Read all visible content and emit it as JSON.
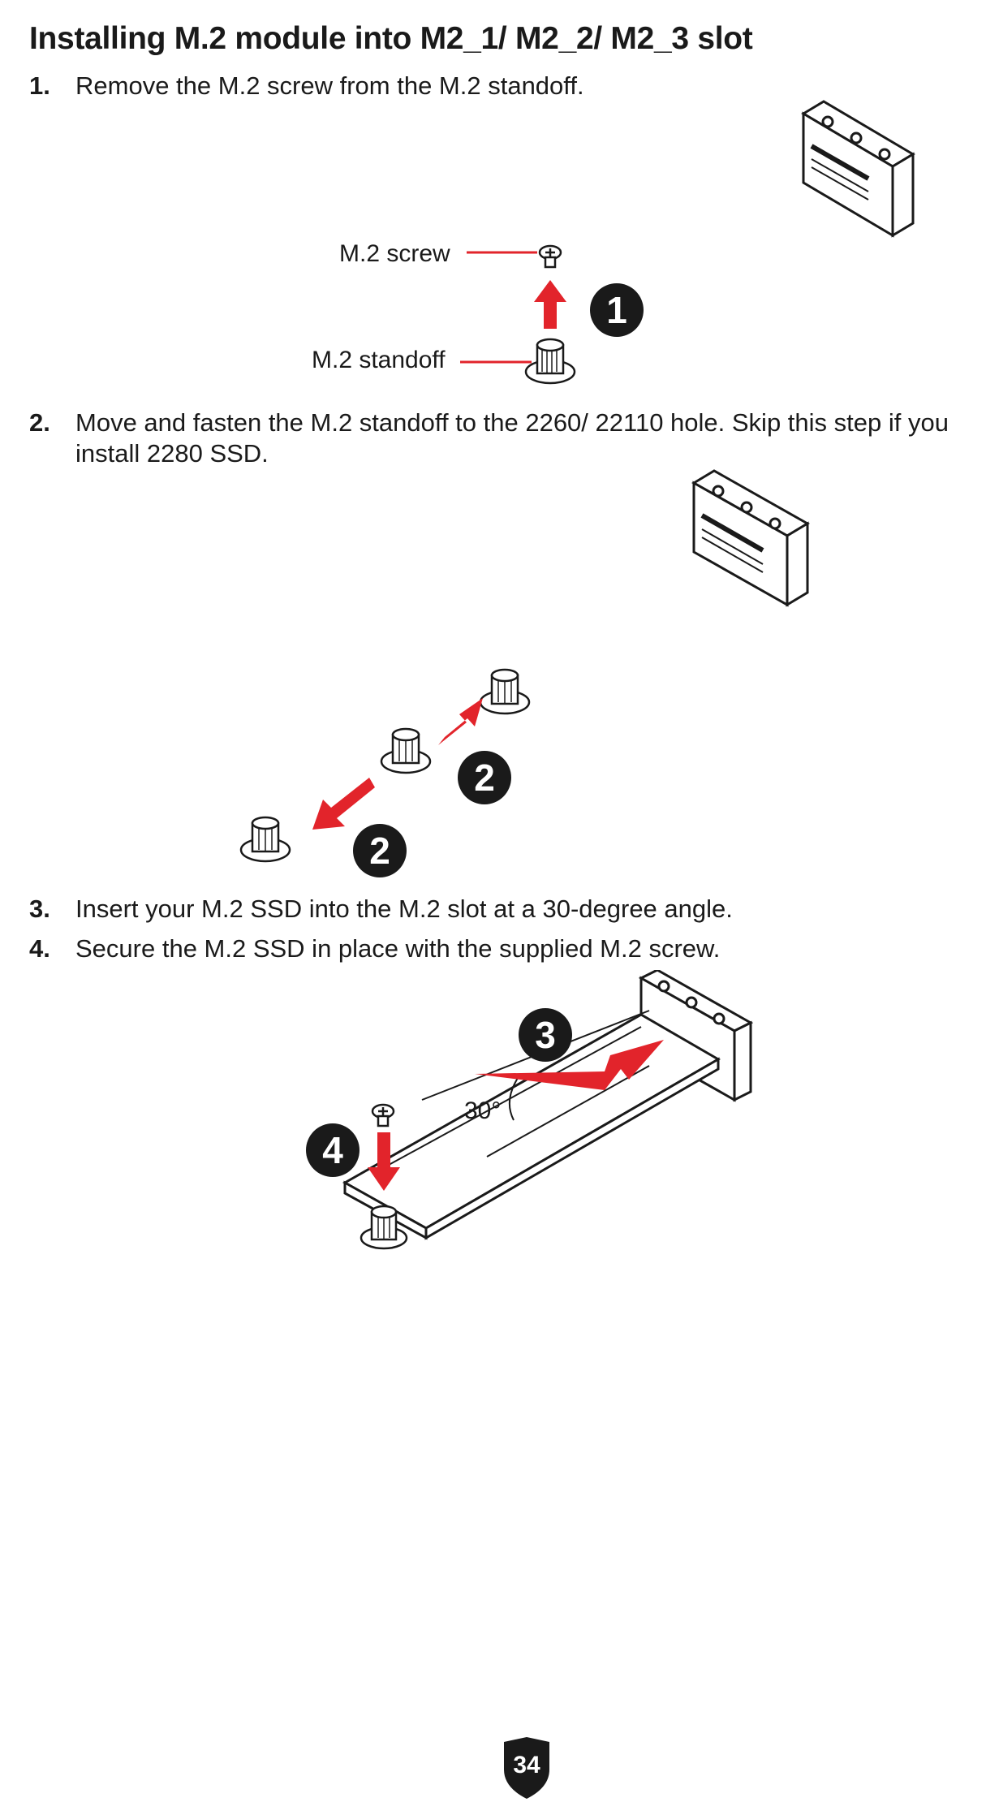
{
  "title": "Installing M.2 module into M2_1/ M2_2/ M2_3 slot",
  "steps": [
    {
      "num": "1.",
      "text": "Remove the M.2 screw from the M.2 standoff."
    },
    {
      "num": "2.",
      "text": "Move and fasten the M.2 standoff to the 2260/ 22110 hole. Skip this step if you install 2280 SSD."
    },
    {
      "num": "3.",
      "text": "Insert your M.2 SSD into the M.2 slot at a 30-degree angle."
    },
    {
      "num": "4.",
      "text": "Secure the M.2 SSD in place with the supplied M.2 screw."
    }
  ],
  "figure1": {
    "screw_label": "M.2 screw",
    "standoff_label": "M.2 standoff",
    "badge": "1"
  },
  "figure2": {
    "badge_a": "2",
    "badge_b": "2"
  },
  "figure3": {
    "badge_insert": "3",
    "badge_screw": "4",
    "angle_label": "30°"
  },
  "colors": {
    "accent": "#e2242b",
    "ink": "#1a1a1a"
  },
  "page_number": "34"
}
